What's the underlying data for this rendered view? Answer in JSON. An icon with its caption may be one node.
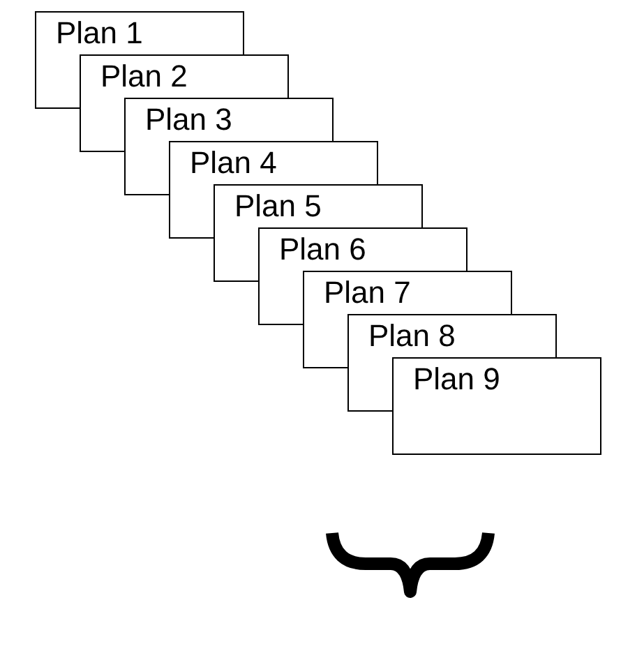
{
  "diagram": {
    "nodes": [
      {
        "text": [
          "Plan 1"
        ]
      },
      {
        "text": [
          "Plan 2"
        ]
      },
      {
        "text": [
          "Plan 3"
        ]
      },
      {
        "text": [
          "Plan 4"
        ]
      },
      {
        "text": [
          "Plan 5"
        ]
      },
      {
        "text": [
          "Plan 6"
        ]
      },
      {
        "text": [
          "Plan 7"
        ]
      },
      {
        "text": [
          "Plan 8"
        ]
      },
      {
        "text": [
          "Plan 9"
        ]
      }
    ]
  }
}
